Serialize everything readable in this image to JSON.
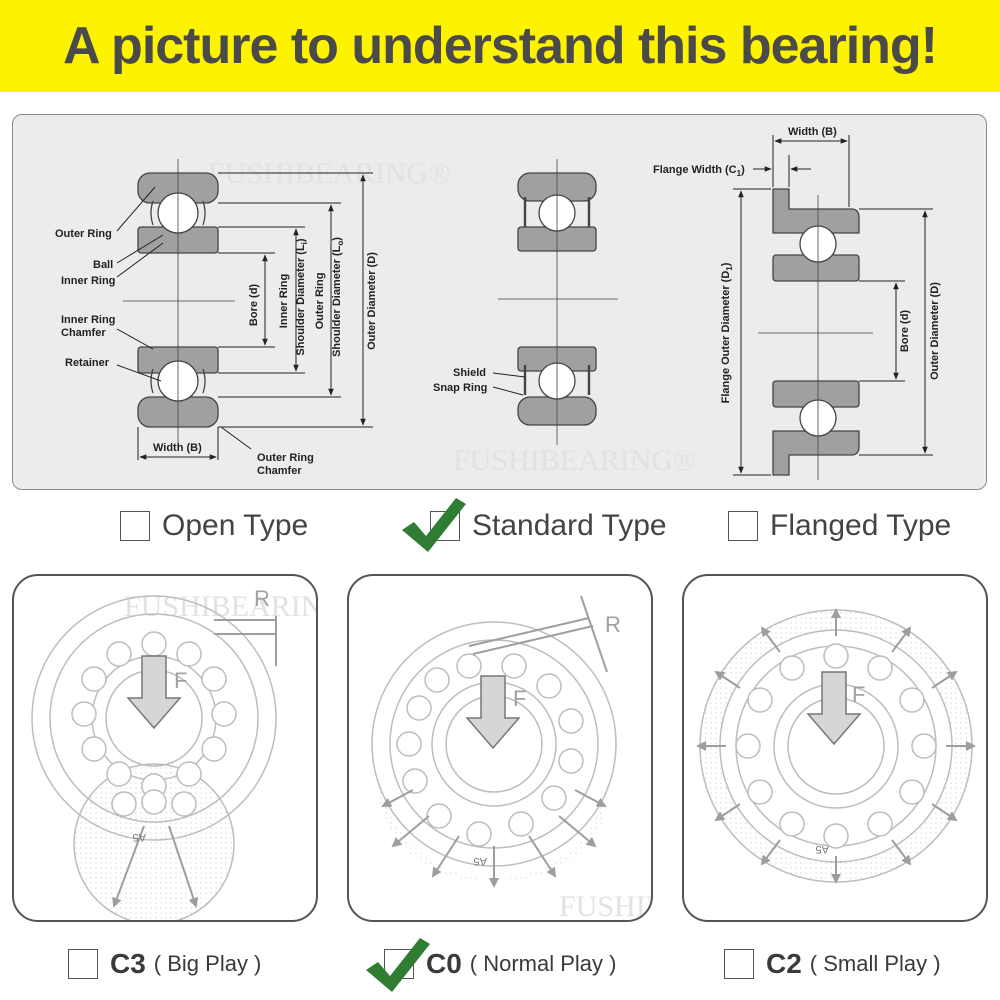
{
  "banner": {
    "title": "A picture to understand this bearing!",
    "background": "#fdf200"
  },
  "diagram": {
    "watermark": "FUSHIBEARING®",
    "labels": {
      "outer_ring": "Outer Ring",
      "ball": "Ball",
      "inner_ring": "Inner Ring",
      "inner_ring_chamfer_1": "Inner Ring",
      "inner_ring_chamfer_2": "Chamfer",
      "retainer": "Retainer",
      "width": "Width (B)",
      "outer_ring_chamfer_1": "Outer Ring",
      "outer_ring_chamfer_2": "Chamfer",
      "bore": "Bore (d)",
      "inner_shoulder_1": "Inner Ring",
      "inner_shoulder_2": "Shoulder Diameter (L",
      "inner_shoulder_sub": "i",
      "outer_shoulder_1": "Outer Ring",
      "outer_shoulder_2": "Shoulder Diameter (L",
      "outer_shoulder_sub": "o",
      "outer_diameter": "Outer Diameter (D)",
      "shield": "Shield",
      "snap_ring": "Snap Ring",
      "flange_width": "Flange Width (C",
      "flange_width_sub": "1",
      "flange_outer_diameter": "Flange Outer Diameter (D",
      "flange_outer_diameter_sub": "1"
    }
  },
  "type_options": [
    {
      "label": "Open Type",
      "checked": false
    },
    {
      "label": "Standard Type",
      "checked": true
    },
    {
      "label": "Flanged Type",
      "checked": false
    }
  ],
  "play_cards": [
    {
      "code": "C3",
      "desc": "( Big Play )",
      "checked": false,
      "radial_label": "R",
      "force_label": "F",
      "ball_label": "A5"
    },
    {
      "code": "C0",
      "desc": "( Normal Play )",
      "checked": true,
      "radial_label": "R",
      "force_label": "F",
      "ball_label": "A5"
    },
    {
      "code": "C2",
      "desc": "( Small Play )",
      "checked": false,
      "force_label": "F",
      "ball_label": "A5"
    }
  ],
  "colors": {
    "check": "#2e7d32",
    "ring_fill": "#9a9a9a",
    "panel_bg": "#ececec"
  },
  "icons": {
    "check": "check-mark-icon",
    "checkbox": "checkbox-icon"
  }
}
